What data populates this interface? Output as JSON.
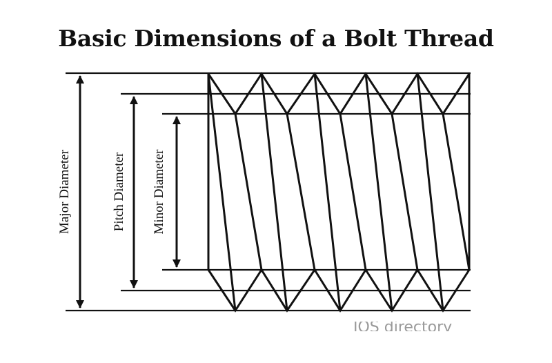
{
  "title": "Basic Dimensions of a Bolt Thread",
  "dimensions": {
    "major": "Major Diameter",
    "pitch": "Pitch Diameter",
    "minor": "Minor Diameter"
  },
  "watermark": "IQS directory",
  "colors": {
    "line": "#111111",
    "background": "#ffffff",
    "watermark": "#9a9a9a"
  }
}
